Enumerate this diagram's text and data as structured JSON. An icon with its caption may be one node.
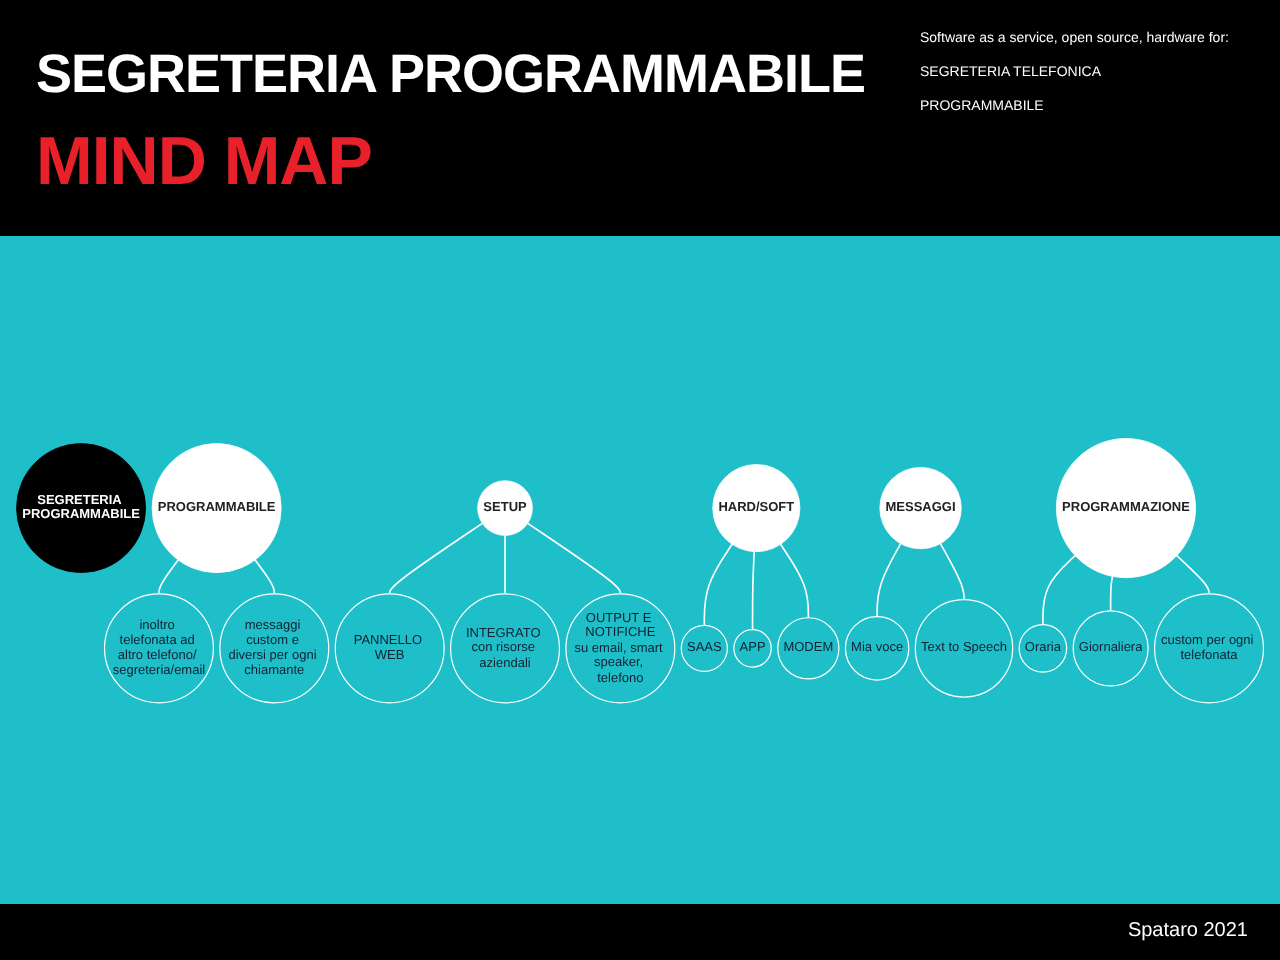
{
  "diagram": {
    "title": "SEGRETERIA PROGRAMMABILE",
    "nodes": [
      {
        "text": [
          "SEGRETERIA PROGRAMMABILE"
        ]
      },
      {
        "text": [
          "PROGRAMMABILE"
        ]
      },
      {
        "text": [
          "inoltro telefonata ad altro telefono/ segreteria/email"
        ]
      },
      {
        "text": [
          "messaggi custom e diversi per ogni chiamante"
        ]
      },
      {
        "text": [
          "SETUP"
        ]
      },
      {
        "text": [
          "PANNELLO WEB"
        ]
      },
      {
        "text": [
          "INTEGRATO con risorse aziendali"
        ]
      },
      {
        "text": [
          "OUTPUT E NOTIFICHE",
          "su email, smart speaker, telefono"
        ]
      },
      {
        "text": [
          "HARD/SOFT"
        ]
      },
      {
        "text": [
          "SAAS"
        ]
      },
      {
        "text": [
          "APP"
        ]
      },
      {
        "text": [
          "MODEM"
        ]
      },
      {
        "text": [
          "MESSAGGI"
        ]
      },
      {
        "text": [
          "Mia voce"
        ]
      },
      {
        "text": [
          "Text to Speech"
        ]
      },
      {
        "text": [
          "PROGRAMMAZIONE"
        ]
      },
      {
        "text": [
          "Oraria"
        ]
      },
      {
        "text": [
          "Giornaliera"
        ]
      },
      {
        "text": [
          "custom per ogni telefonata"
        ]
      }
    ],
    "edges": [
      {
        "from": 1,
        "to": 2,
        "arrow": "none"
      },
      {
        "from": 1,
        "to": 3,
        "arrow": "none"
      },
      {
        "from": 4,
        "to": 5,
        "arrow": "none"
      },
      {
        "from": 4,
        "to": 6,
        "arrow": "none"
      },
      {
        "from": 4,
        "to": 7,
        "arrow": "none"
      },
      {
        "from": 8,
        "to": 9,
        "arrow": "none"
      },
      {
        "from": 8,
        "to": 10,
        "arrow": "none"
      },
      {
        "from": 8,
        "to": 11,
        "arrow": "none"
      },
      {
        "from": 12,
        "to": 13,
        "arrow": "none"
      },
      {
        "from": 12,
        "to": 14,
        "arrow": "none"
      },
      {
        "from": 15,
        "to": 16,
        "arrow": "none"
      },
      {
        "from": 15,
        "to": 17,
        "arrow": "none"
      },
      {
        "from": 15,
        "to": 18,
        "arrow": "none"
      }
    ],
    "labels": [
      "MIND MAP",
      "Software as a service, open source, hardware for:",
      "SEGRETERIA TELEFONICA",
      "PROGRAMMABILE",
      "Spataro 2021"
    ]
  }
}
